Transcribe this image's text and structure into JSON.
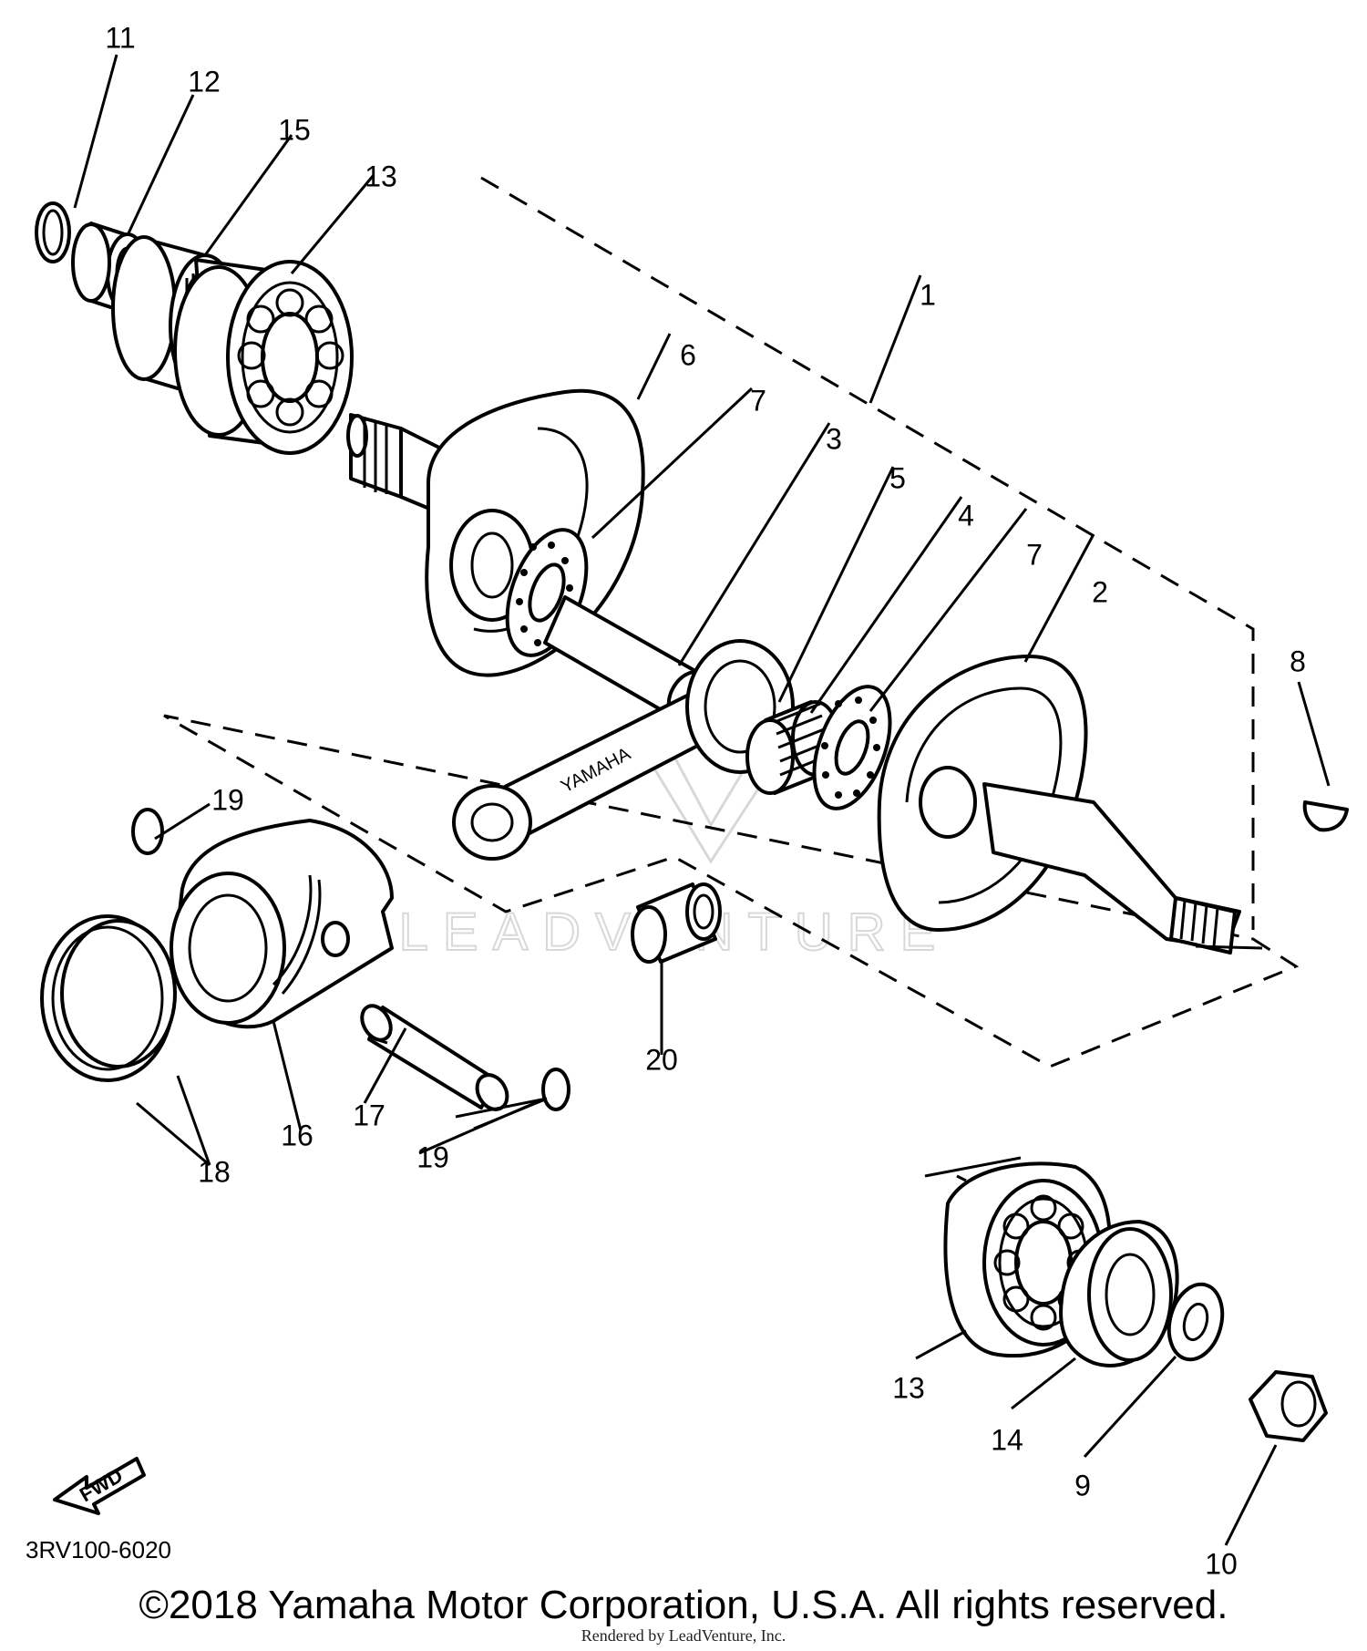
{
  "diagram_code": "3RV100-6020",
  "copyright": "©2018 Yamaha Motor Corporation, U.S.A. All rights reserved.",
  "rendered_by": "Rendered by LeadVenture, Inc.",
  "watermark": "LEADVENTURE",
  "fwd_label": "FWD",
  "rod_marking": "YAMAHA",
  "callouts": {
    "c1": "1",
    "c2": "2",
    "c3": "3",
    "c4": "4",
    "c5": "5",
    "c6": "6",
    "c7a": "7",
    "c7b": "7",
    "c8": "8",
    "c9": "9",
    "c10": "10",
    "c11": "11",
    "c12": "12",
    "c13a": "13",
    "c13b": "13",
    "c14": "14",
    "c15": "15",
    "c16": "16",
    "c17": "17",
    "c18": "18",
    "c19a": "19",
    "c19b": "19",
    "c20": "20"
  }
}
